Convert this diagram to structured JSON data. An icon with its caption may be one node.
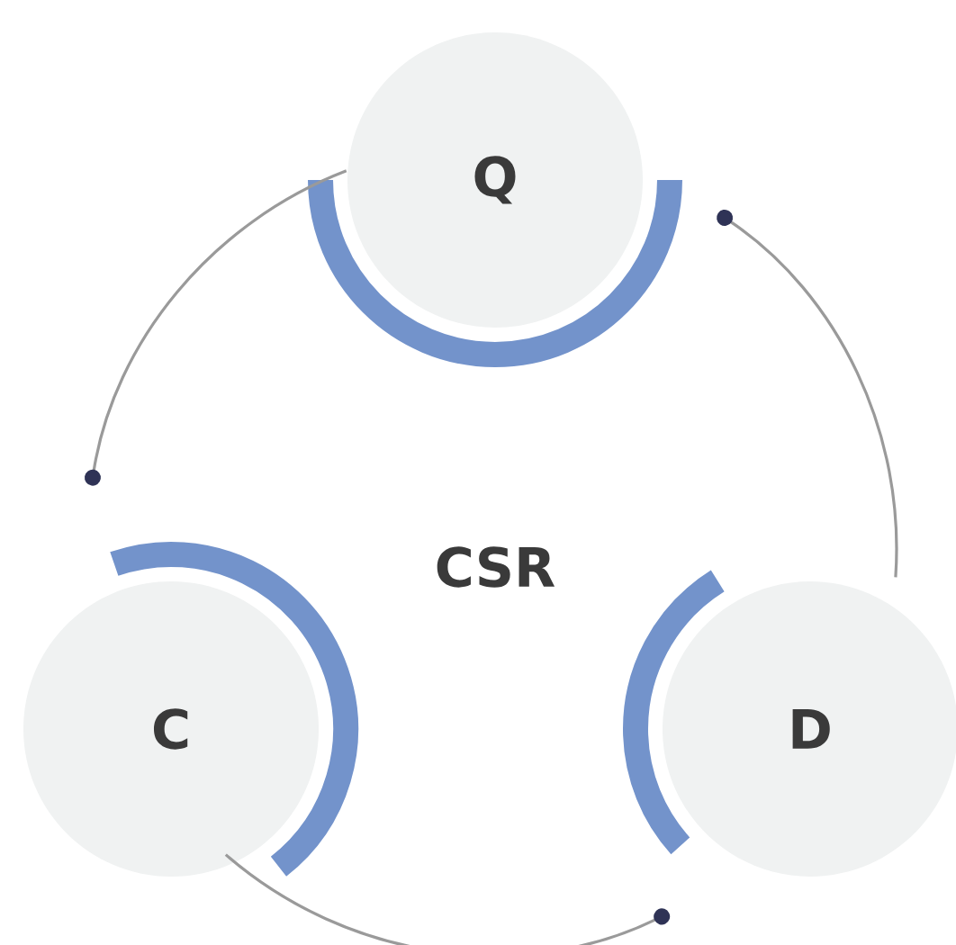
{
  "diagram": {
    "nodes": [
      {
        "text": [
          "Q"
        ]
      },
      {
        "text": [
          "C"
        ]
      },
      {
        "text": [
          "D"
        ]
      }
    ],
    "edges": [
      {
        "from": 0,
        "to": 1,
        "arrow": "other"
      },
      {
        "from": 1,
        "to": 2,
        "arrow": "other"
      },
      {
        "from": 2,
        "to": 0,
        "arrow": "other"
      }
    ],
    "labels": [
      "CSR"
    ]
  }
}
